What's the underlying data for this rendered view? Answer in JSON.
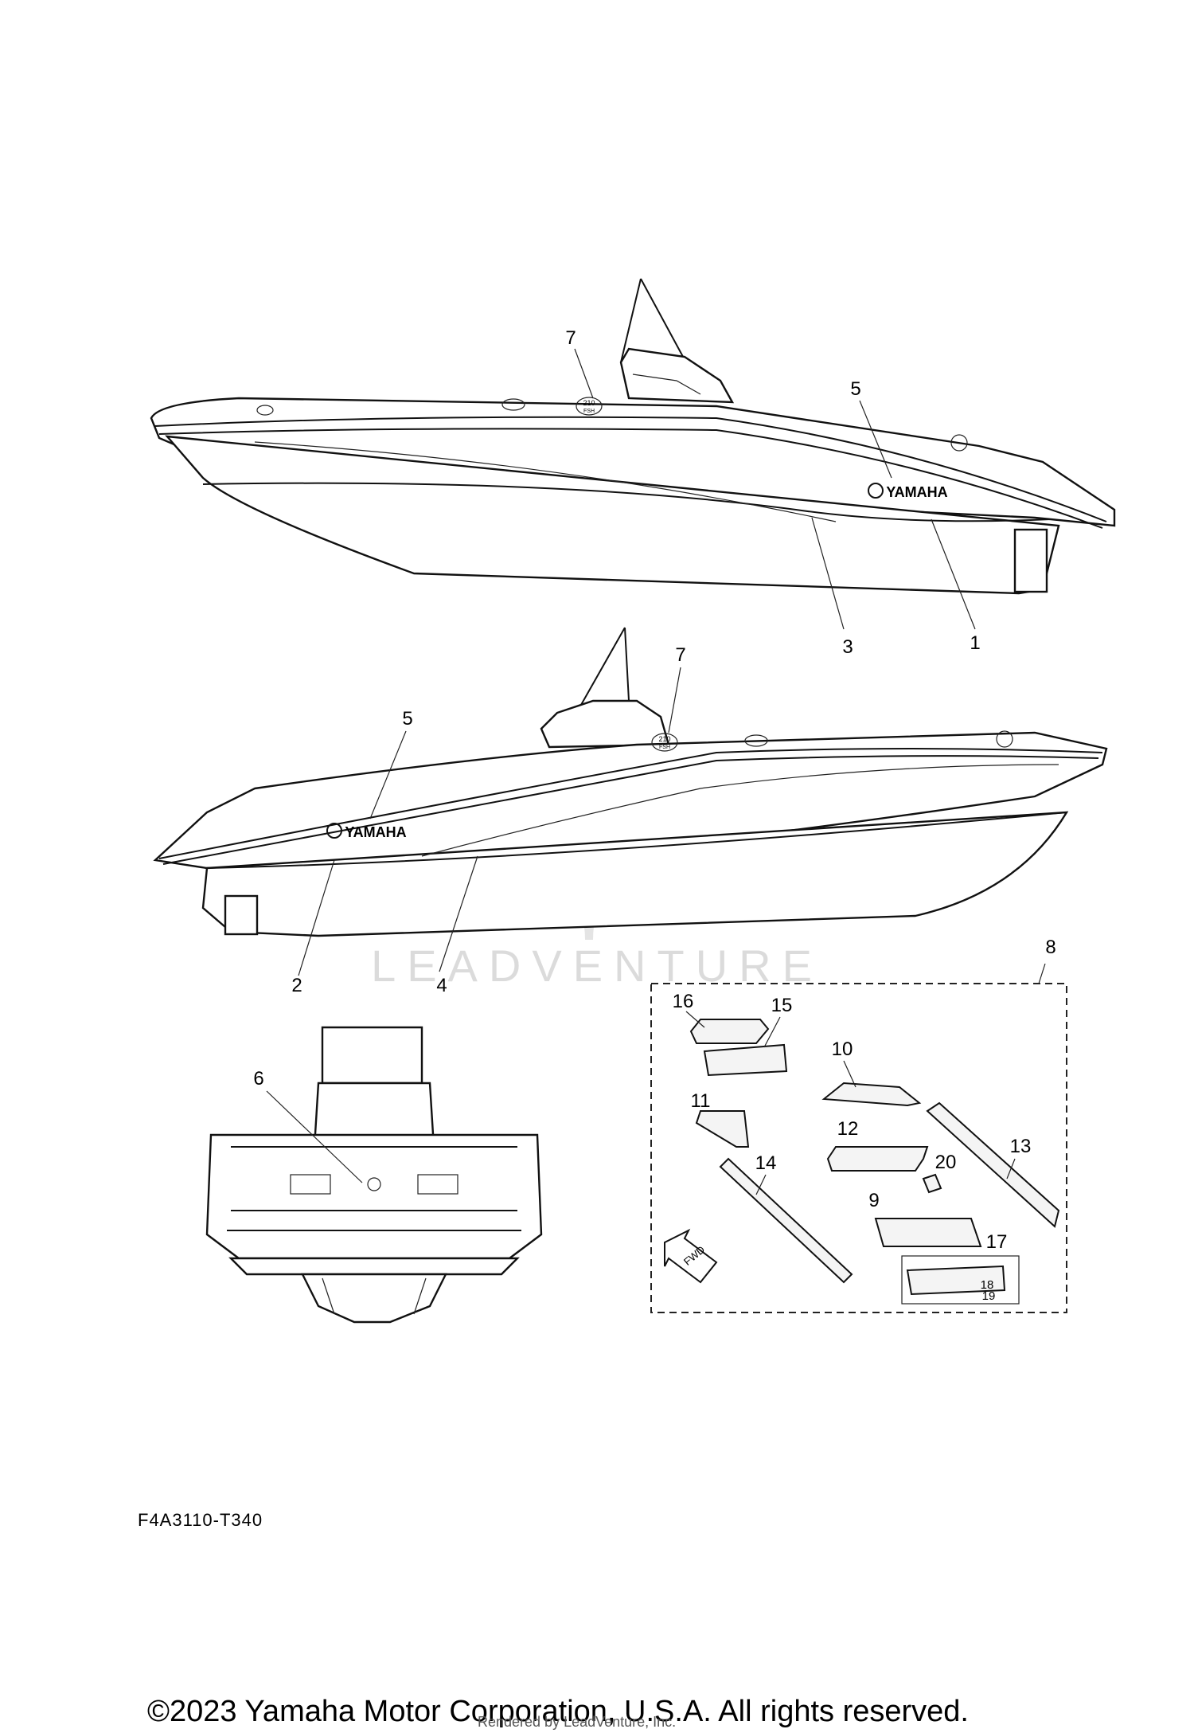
{
  "watermark": {
    "text": "LEADVENTURE"
  },
  "callouts": {
    "starboard_view": [
      "7",
      "5",
      "3",
      "1"
    ],
    "port_view": [
      "7",
      "5",
      "2",
      "4"
    ],
    "stern_view": [
      "6"
    ],
    "mat_kit": [
      "8",
      "16",
      "15",
      "10",
      "11",
      "12",
      "13",
      "20",
      "14",
      "9",
      "17",
      "18",
      "19"
    ]
  },
  "decals": {
    "brand": "YAMAHA",
    "model_badge": "210",
    "model_badge_sub": "FSH",
    "fwd_arrow": "FWD"
  },
  "footer": {
    "diagram_code": "F4A3110-T340",
    "copyright": "©2023 Yamaha Motor Corporation, U.S.A. All rights reserved.",
    "rendered_by": "Rendered by LeadVenture, Inc."
  }
}
